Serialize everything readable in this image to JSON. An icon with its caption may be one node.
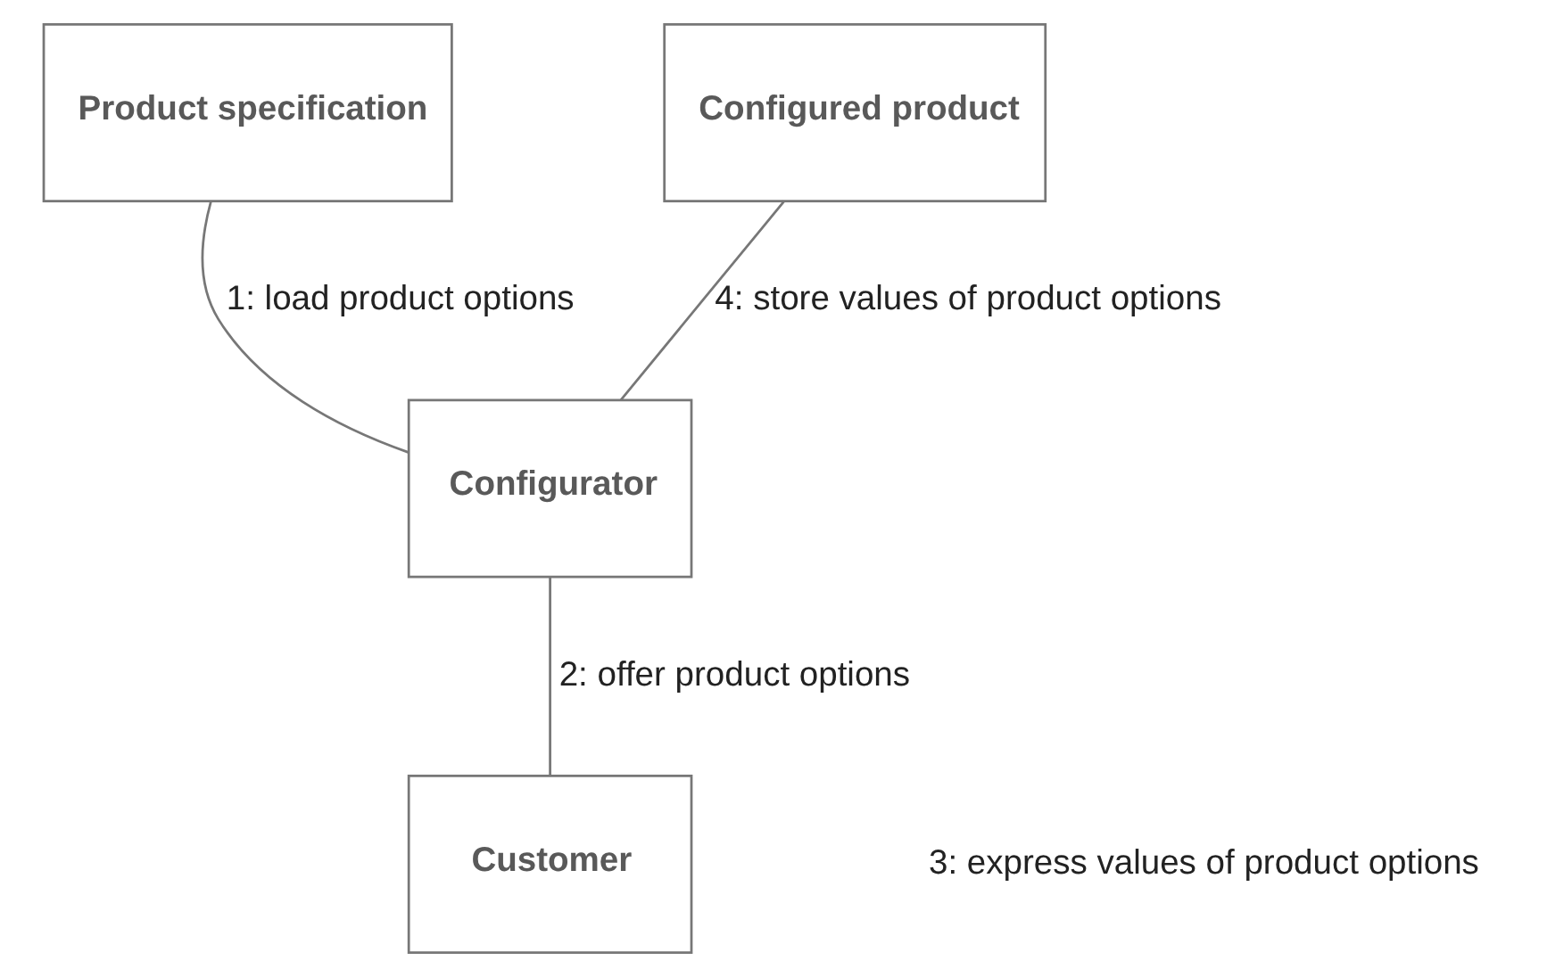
{
  "diagram": {
    "nodes": [
      {
        "text": [
          "Product specification"
        ]
      },
      {
        "text": [
          "Configured product"
        ]
      },
      {
        "text": [
          "Configurator"
        ]
      },
      {
        "text": [
          "Customer"
        ]
      }
    ],
    "edges": [
      {
        "from": 0,
        "to": 2,
        "arrow": "none",
        "label": "1: load product options"
      },
      {
        "from": 2,
        "to": 3,
        "arrow": "none",
        "label": "2: offer product options"
      },
      {
        "from": 1,
        "to": 2,
        "arrow": "none",
        "label": "4: store values of product options"
      }
    ],
    "labels": [
      "3: express values of product options"
    ]
  }
}
